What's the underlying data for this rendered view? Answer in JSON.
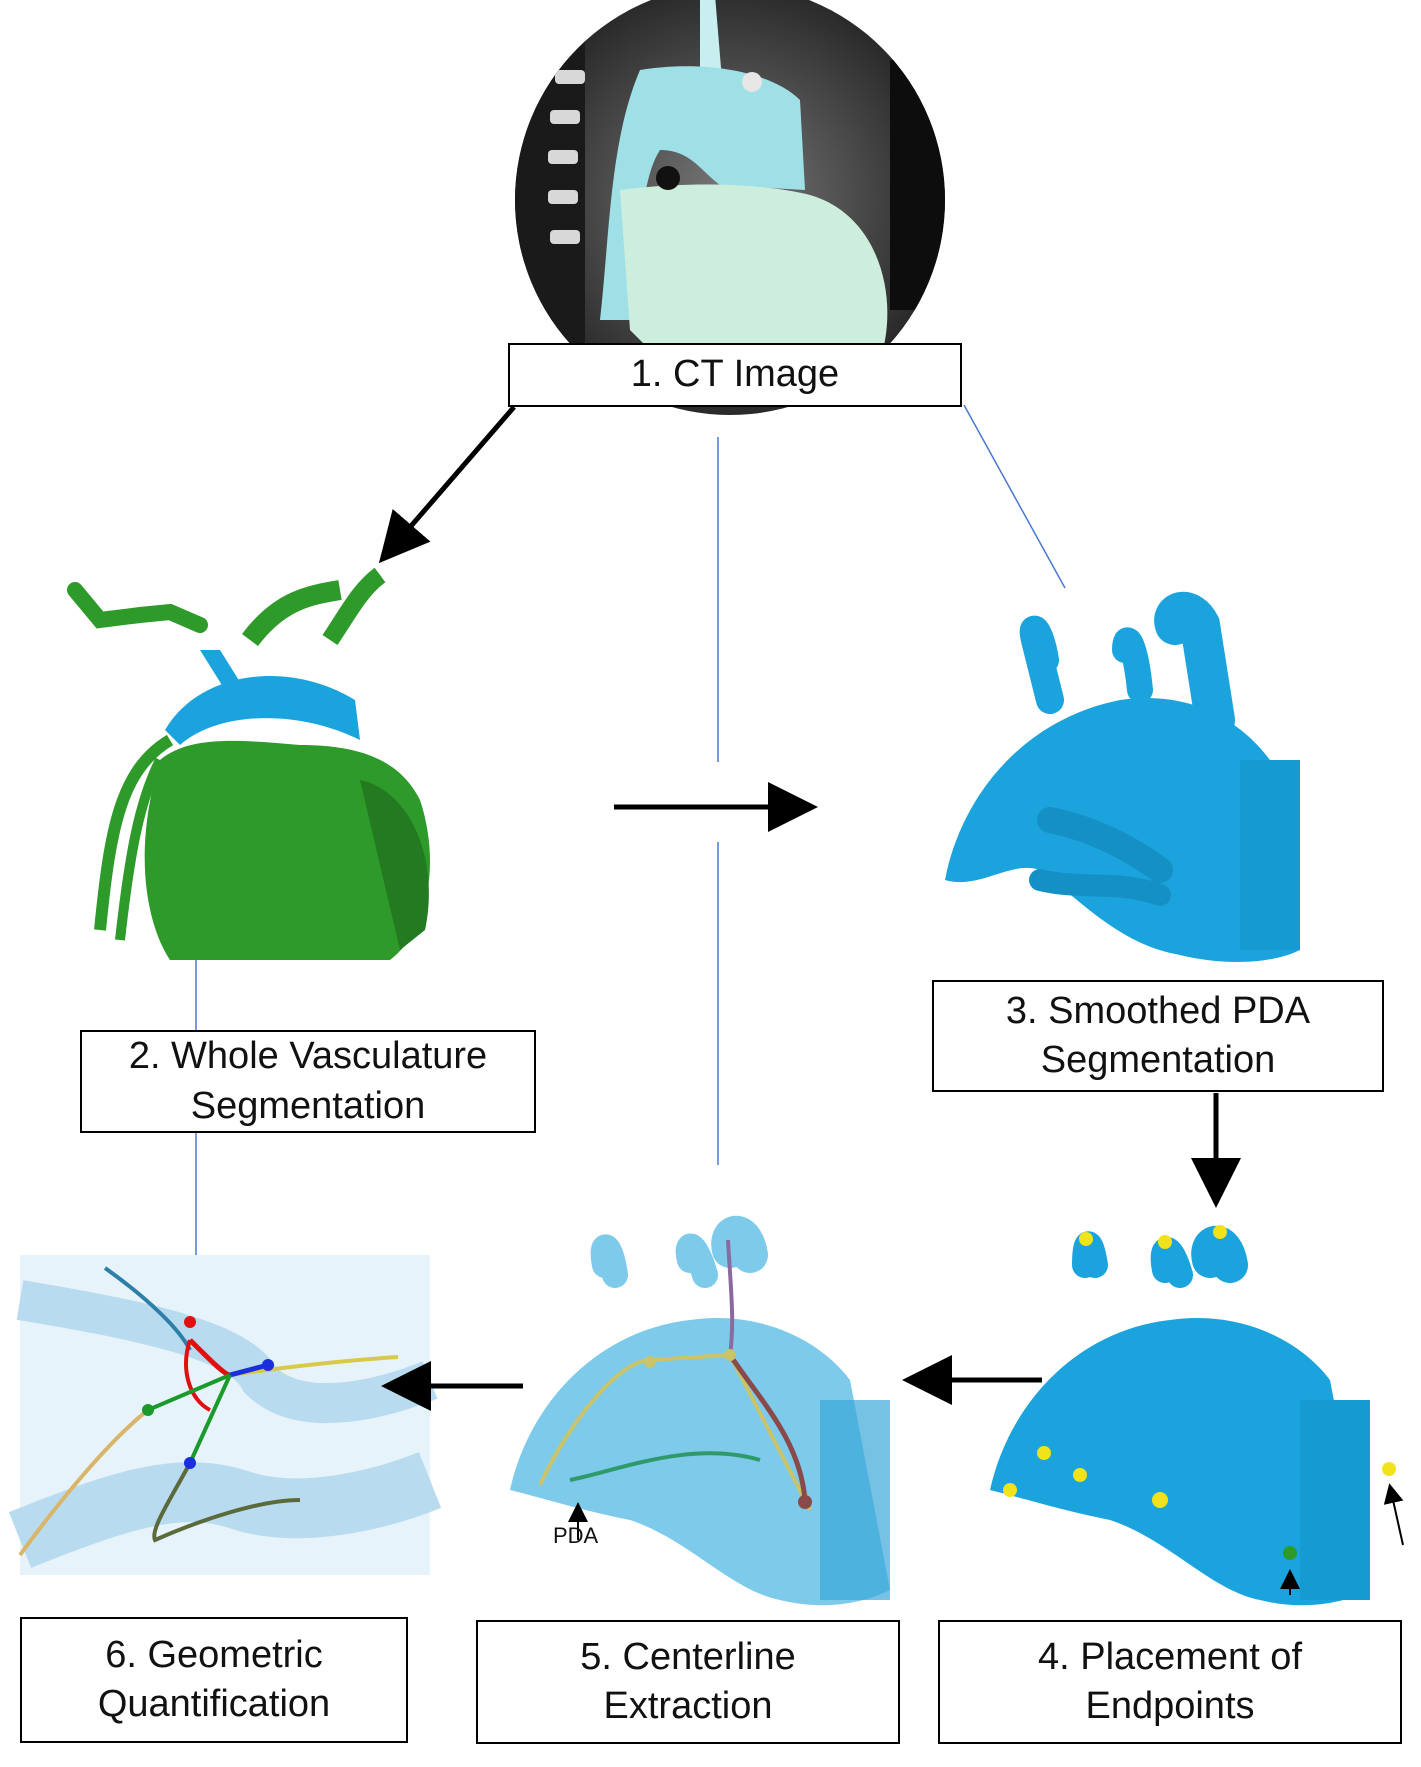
{
  "steps": {
    "ct_image": {
      "line1": "1. CT Image"
    },
    "whole_vasculature": {
      "line1": "2. Whole Vasculature",
      "line2": "Segmentation"
    },
    "smoothed_pda": {
      "line1": "3. Smoothed PDA",
      "line2": "Segmentation"
    },
    "endpoints": {
      "line1": "4. Placement of",
      "line2": "Endpoints"
    },
    "centerline": {
      "line1": "5. Centerline",
      "line2": "Extraction"
    },
    "geometric": {
      "line1": "6. Geometric",
      "line2": "Quantification"
    }
  },
  "annotations": {
    "pda": "PDA"
  },
  "colors": {
    "vessel_blue": "#1aa3dd",
    "vessel_green": "#2e9a2a",
    "highlight_cyan": "#7fd9e8",
    "endpoint_yellow": "#f2e21a",
    "arrow_black": "#000000",
    "connector_blue": "#4a78d0"
  }
}
